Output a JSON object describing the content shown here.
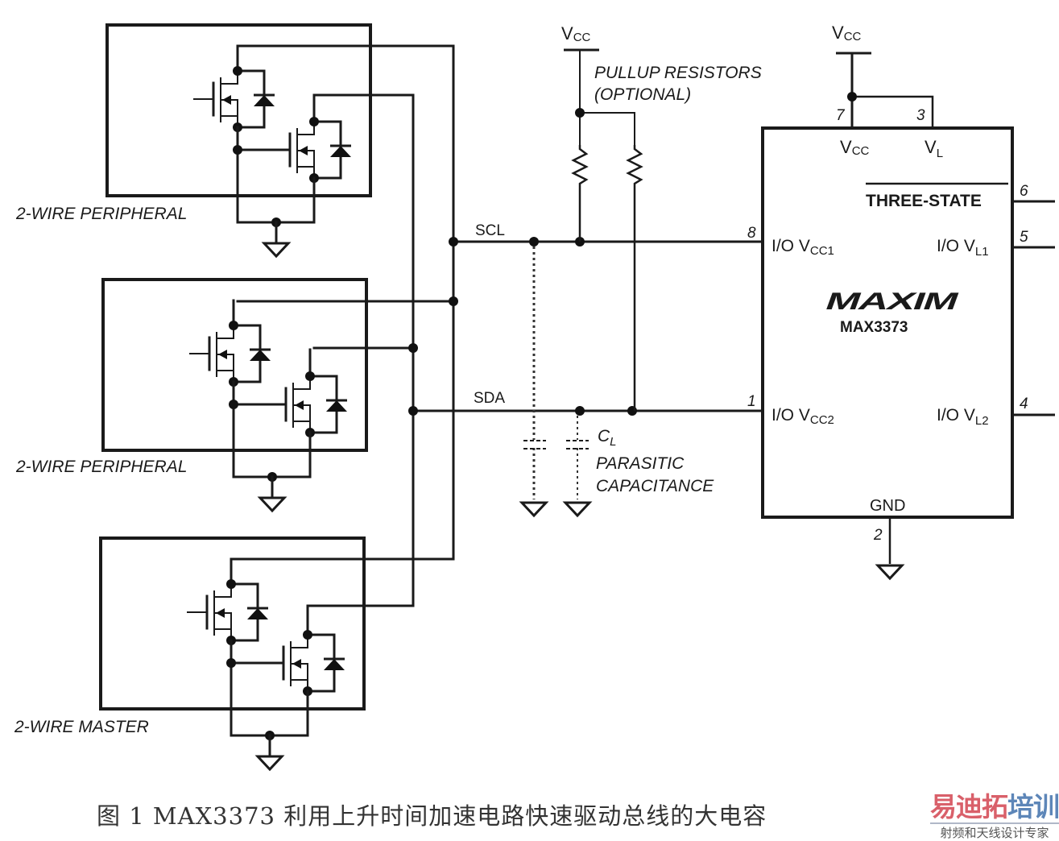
{
  "diagram": {
    "blocks": [
      {
        "label": "2-WIRE PERIPHERAL"
      },
      {
        "label": "2-WIRE PERIPHERAL"
      },
      {
        "label": "2-WIRE MASTER"
      }
    ],
    "bus": {
      "scl_label": "SCL",
      "sda_label": "SDA"
    },
    "pullup": {
      "supply_label": "V",
      "supply_sub": "CC",
      "label_line1": "PULLUP RESISTORS",
      "label_line2": "(OPTIONAL)"
    },
    "parasitic": {
      "symbol": "C",
      "symbol_sub": "L",
      "label_line1": "PARASITIC",
      "label_line2": "CAPACITANCE"
    },
    "chip": {
      "brand": "MAXIM",
      "part": "MAX3373",
      "supply_label": "V",
      "supply_sub": "CC",
      "pins": {
        "vcc": {
          "number": "7",
          "name": "V",
          "sub": "CC"
        },
        "vl": {
          "number": "3",
          "name": "V",
          "sub": "L"
        },
        "three_state": {
          "number": "6",
          "name": "THREE-STATE"
        },
        "io_vl1": {
          "number": "5",
          "name": "I/O V",
          "sub": "L1"
        },
        "io_vcc1": {
          "number": "8",
          "name": "I/O V",
          "sub": "CC1"
        },
        "io_vcc2": {
          "number": "1",
          "name": "I/O V",
          "sub": "CC2"
        },
        "io_vl2": {
          "number": "4",
          "name": "I/O V",
          "sub": "L2"
        },
        "gnd": {
          "number": "2",
          "name": "GND"
        }
      }
    }
  },
  "caption": "图 1  MAX3373 利用上升时间加速电路快速驱动总线的大电容",
  "watermark": {
    "title_a": "易迪拓",
    "title_b": "培训",
    "subtitle": "射频和天线设计专家"
  }
}
